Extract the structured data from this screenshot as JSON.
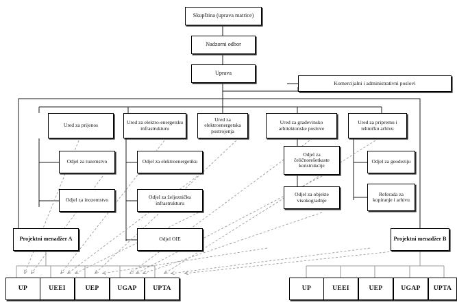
{
  "diagram": {
    "title_box": "Skupština (uprava matrice)",
    "supervisory_box": "Nadzorni odbor",
    "management_box": "Uprava",
    "commercial_box": "Komercijalni i administrativni poslovi",
    "offices": [
      {
        "id": "ured-prijenos",
        "label": "Ured za prijenos"
      },
      {
        "id": "ured-ee-infra",
        "label": "Ured za elektro-energetsku infrastrukturu"
      },
      {
        "id": "ured-ee-postroj",
        "label": "Ured za elektroenergetska postrojenja"
      },
      {
        "id": "ured-grad-arh",
        "label": "Ured za građevinsko arhitektonske poslove"
      },
      {
        "id": "ured-priprema",
        "label": "Ured za pripremu i tehničku arhivu"
      }
    ],
    "departments": [
      {
        "id": "odjel-tuzemstvo",
        "label": "Odjel za tuzemstvo"
      },
      {
        "id": "odjel-inozemstvo",
        "label": "Odjel za inozemstvo"
      },
      {
        "id": "odjel-elektroenergetika",
        "label": "Odjel za elektroenergetiku"
      },
      {
        "id": "odjel-zeljeznicka",
        "label": "Odjel za željezničku infrastrukturu"
      },
      {
        "id": "odjel-oie",
        "label": "Odjel OIE"
      },
      {
        "id": "odjel-celicne",
        "label": "Odjel za čeličnorešetkaste konstrukcije"
      },
      {
        "id": "odjel-visokogradnje",
        "label": "Odjel za objekte visokogradnje"
      },
      {
        "id": "odjel-geodezija",
        "label": "Odjel za geodeziju"
      },
      {
        "id": "referada-kopiranje",
        "label": "Referada za kopiranje i arhivu"
      }
    ],
    "project_manager_a": "Projektni menadžer A",
    "project_manager_b": "Projektni menadžer B",
    "units_left": [
      "UP",
      "UEEI",
      "UEP",
      "UGAP",
      "UPTA"
    ],
    "units_right": [
      "UP",
      "UEEI",
      "UEP",
      "UGAP",
      "UPTA"
    ],
    "colors": {
      "box_border": "#000000",
      "box_fill": "#ffffff",
      "shadow": "#2b2b2b",
      "solid_line": "#1a1a1a",
      "thin_line": "#8a8a8a",
      "dashed_line": "#9a9a9a",
      "text": "#141414"
    }
  }
}
